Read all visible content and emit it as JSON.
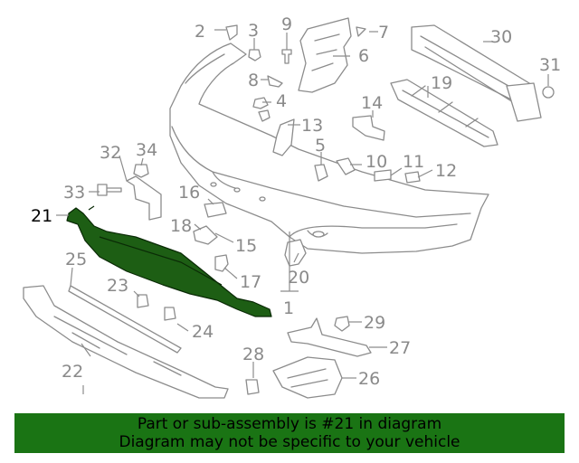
{
  "callouts": {
    "n1": "1",
    "n2": "2",
    "n3": "3",
    "n4": "4",
    "n5": "5",
    "n6": "6",
    "n7": "7",
    "n8": "8",
    "n9": "9",
    "n10": "10",
    "n11": "11",
    "n12": "12",
    "n13": "13",
    "n14": "14",
    "n15": "15",
    "n16": "16",
    "n17": "17",
    "n18": "18",
    "n19": "19",
    "n20": "20",
    "n21": "21",
    "n22": "22",
    "n23": "23",
    "n24": "24",
    "n25": "25",
    "n26": "26",
    "n27": "27",
    "n28": "28",
    "n29": "29",
    "n30": "30",
    "n31": "31",
    "n32": "32",
    "n33": "33",
    "n34": "34"
  },
  "banner": {
    "line1": "Part or sub-assembly is #21 in diagram",
    "line2": "Diagram may not be specific to your vehicle"
  },
  "colors": {
    "highlight_part": "#1d5e14",
    "banner_background": "#1a7414",
    "line_art": "#8c8c8c",
    "callout_text": "#8a8a8a"
  }
}
